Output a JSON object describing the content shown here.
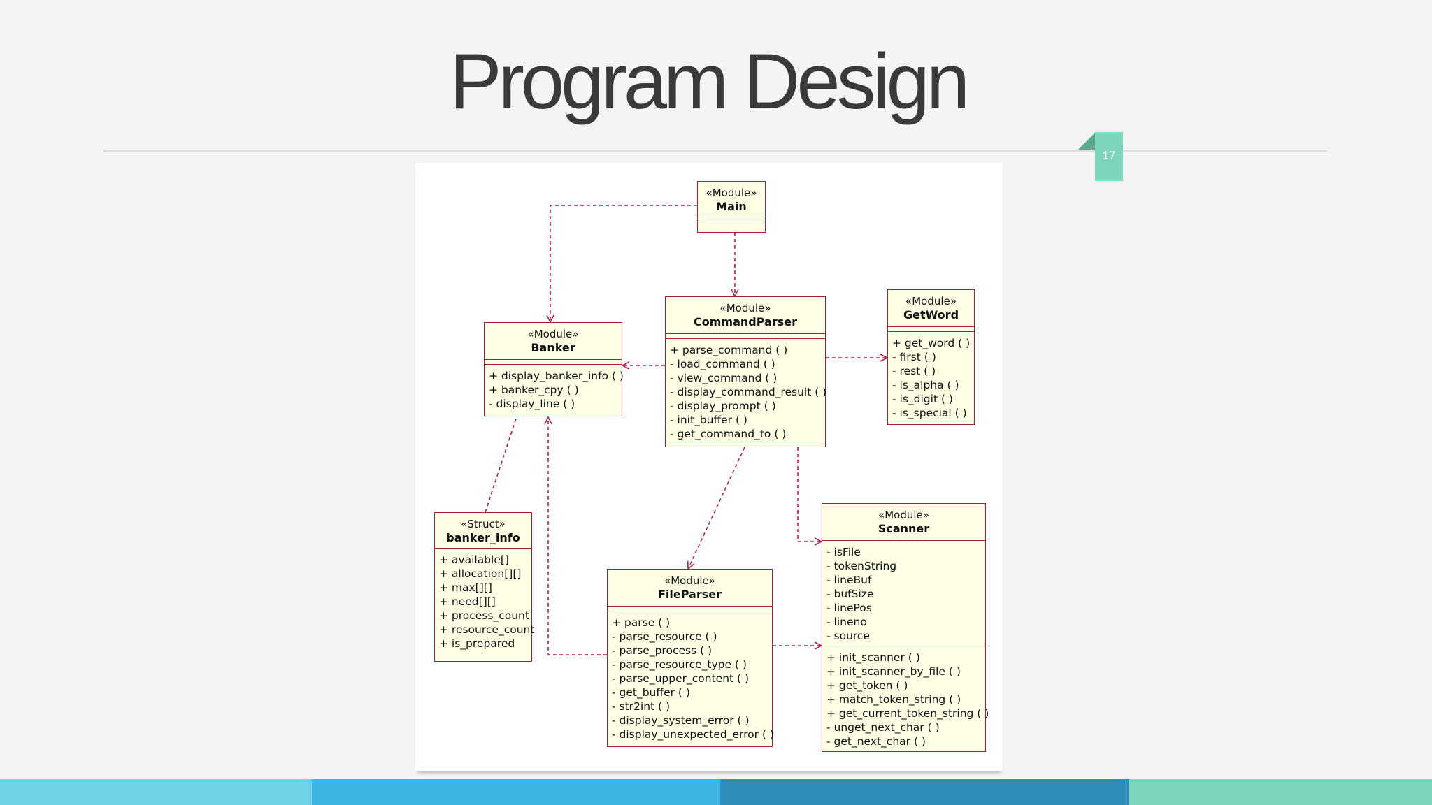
{
  "slide": {
    "title": "Program Design",
    "page_number": "17"
  },
  "colors": {
    "background": "#f4f4f4",
    "tag": "#7dd6bb",
    "box_fill": "#ffffe6",
    "box_border": "#a0203c",
    "connector": "#b02050",
    "footer": [
      "#6fd4e6",
      "#3db3df",
      "#2f8fba",
      "#7dd6bb"
    ]
  },
  "diagram": {
    "modules": {
      "main": {
        "stereotype": "«Module»",
        "name": "Main",
        "attributes": [],
        "operations": []
      },
      "commandparser": {
        "stereotype": "«Module»",
        "name": "CommandParser",
        "attributes": [],
        "operations": [
          "+ parse_command ( )",
          "- load_command ( )",
          "- view_command ( )",
          "- display_command_result ( )",
          "- display_prompt ( )",
          "- init_buffer ( )",
          "- get_command_to ( )"
        ]
      },
      "getword": {
        "stereotype": "«Module»",
        "name": "GetWord",
        "attributes": [],
        "operations": [
          "+ get_word ( )",
          "- first ( )",
          "- rest ( )",
          "- is_alpha ( )",
          "- is_digit ( )",
          "- is_special ( )"
        ]
      },
      "banker": {
        "stereotype": "«Module»",
        "name": "Banker",
        "attributes": [],
        "operations": [
          "+ display_banker_info ( )",
          "+ banker_cpy ( )",
          "- display_line ( )"
        ]
      },
      "banker_info": {
        "stereotype": "«Struct»",
        "name": "banker_info",
        "attributes": [],
        "operations": [
          "+ available[]",
          "+ allocation[][]",
          "+ max[][]",
          "+ need[][]",
          "+ process_count",
          "+ resource_count",
          "+ is_prepared"
        ]
      },
      "fileparser": {
        "stereotype": "«Module»",
        "name": "FileParser",
        "attributes": [],
        "operations": [
          "+ parse ( )",
          "- parse_resource ( )",
          "- parse_process ( )",
          "- parse_resource_type ( )",
          "- parse_upper_content ( )",
          "- get_buffer ( )",
          "- str2int ( )",
          "- display_system_error ( )",
          "- display_unexpected_error ( )"
        ]
      },
      "scanner": {
        "stereotype": "«Module»",
        "name": "Scanner",
        "attributes": [
          "- isFile",
          "- tokenString",
          "- lineBuf",
          "- bufSize",
          "- linePos",
          "- lineno",
          "- source"
        ],
        "operations": [
          "+ init_scanner ( )",
          "+ init_scanner_by_file ( )",
          "+ get_token ( )",
          "+ match_token_string ( )",
          "+ get_current_token_string ( )",
          "- unget_next_char ( )",
          "- get_next_char ( )"
        ]
      }
    },
    "dependencies": [
      {
        "from": "main",
        "to": "banker"
      },
      {
        "from": "main",
        "to": "commandparser"
      },
      {
        "from": "commandparser",
        "to": "banker"
      },
      {
        "from": "commandparser",
        "to": "getword"
      },
      {
        "from": "commandparser",
        "to": "fileparser"
      },
      {
        "from": "commandparser",
        "to": "scanner"
      },
      {
        "from": "banker_info",
        "to": "banker"
      },
      {
        "from": "fileparser",
        "to": "banker"
      },
      {
        "from": "fileparser",
        "to": "scanner"
      }
    ]
  }
}
